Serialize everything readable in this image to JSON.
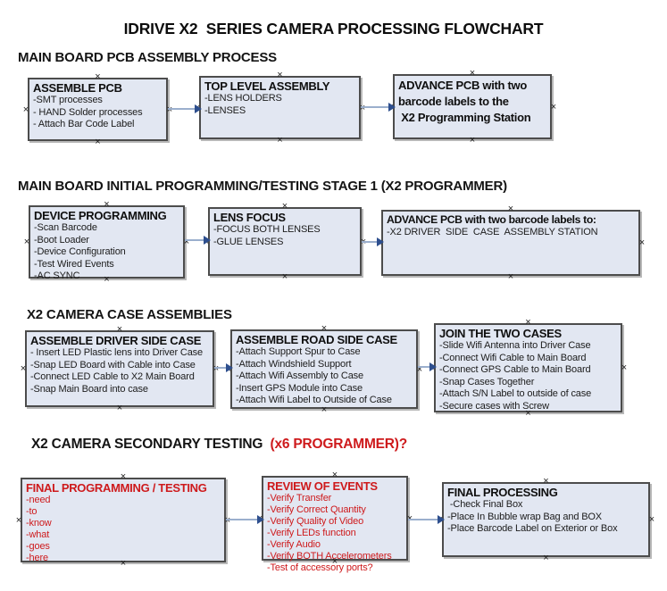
{
  "title": "IDRIVE X2  SERIES CAMERA PROCESSING FLOWCHART",
  "icons": {
    "connector_handle": "×",
    "arrowhead": "filled right-pointing triangle"
  },
  "colors": {
    "box_fill": "#e2e7f2",
    "box_border": "#4c4c4c",
    "accent_red": "#ce1a1c",
    "arrow_line": "#9bafcd",
    "arrow_head": "#2e4f8e"
  },
  "sections": [
    {
      "heading": "MAIN BOARD PCB ASSEMBLY PROCESS",
      "boxes": [
        {
          "title": "ASSEMBLE PCB",
          "items": [
            "-SMT processes",
            "- HAND Solder processes",
            "- Attach Bar Code Label"
          ]
        },
        {
          "title": "TOP LEVEL ASSEMBLY",
          "items": [
            "-LENS HOLDERS",
            "-LENSES"
          ]
        },
        {
          "title": "ADVANCE PCB with two\nbarcode labels to the\n X2 Programming Station",
          "items": []
        }
      ]
    },
    {
      "heading": "MAIN BOARD INITIAL PROGRAMMING/TESTING STAGE 1 (X2 PROGRAMMER)",
      "boxes": [
        {
          "title": "DEVICE PROGRAMMING",
          "items": [
            "-Scan Barcode",
            "-Boot Loader",
            "-Device Configuration",
            "-Test Wired Events",
            "-AC SYNC"
          ]
        },
        {
          "title": "LENS FOCUS",
          "items": [
            "-FOCUS BOTH LENSES",
            "-GLUE LENSES"
          ]
        },
        {
          "title": "ADVANCE PCB with two barcode labels to:",
          "items": [
            "-X2 DRIVER  SIDE  CASE  ASSEMBLY STATION"
          ]
        }
      ]
    },
    {
      "heading": "X2 CAMERA CASE ASSEMBLIES",
      "boxes": [
        {
          "title": "ASSEMBLE DRIVER SIDE CASE",
          "items": [
            "- Insert LED Plastic lens into Driver Case",
            "-Snap LED Board with Cable into Case",
            "-Connect LED Cable to X2 Main Board",
            "-Snap Main Board into case"
          ]
        },
        {
          "title": "ASSEMBLE ROAD SIDE CASE",
          "items": [
            "-Attach Support Spur to Case",
            "-Attach Windshield Support",
            "-Attach Wifi Assembly to Case",
            "-Insert GPS Module into Case",
            "-Attach Wifi Label to Outside of Case"
          ]
        },
        {
          "title": "JOIN THE TWO CASES",
          "items": [
            "-Slide Wifi Antenna into Driver Case",
            "-Connect Wifi Cable to Main Board",
            "-Connect GPS Cable to Main Board",
            "-Snap Cases Together",
            "-Attach S/N Label to outside of case",
            "-Secure cases with Screw"
          ]
        }
      ]
    },
    {
      "heading": "X2 CAMERA SECONDARY TESTING  ",
      "heading_highlight": "(x6 PROGRAMMER)?",
      "boxes": [
        {
          "title": "FINAL PROGRAMMING / TESTING",
          "items": [
            "-need",
            "-to",
            "-know",
            "-what",
            "-goes",
            "-here"
          ]
        },
        {
          "title": "REVIEW OF EVENTS",
          "items": [
            "-Verify Transfer",
            "-Verify Correct Quantity",
            "-Verify Quality of Video",
            "-Verify LEDs function",
            "-Verify Audio",
            "-Verify BOTH Accelerometers",
            "-Test of accessory ports?"
          ]
        },
        {
          "title": "FINAL PROCESSING",
          "items": [
            " -Check Final Box",
            "-Place In Bubble wrap Bag and BOX",
            "-Place Barcode Label on Exterior or Box"
          ]
        }
      ]
    }
  ]
}
